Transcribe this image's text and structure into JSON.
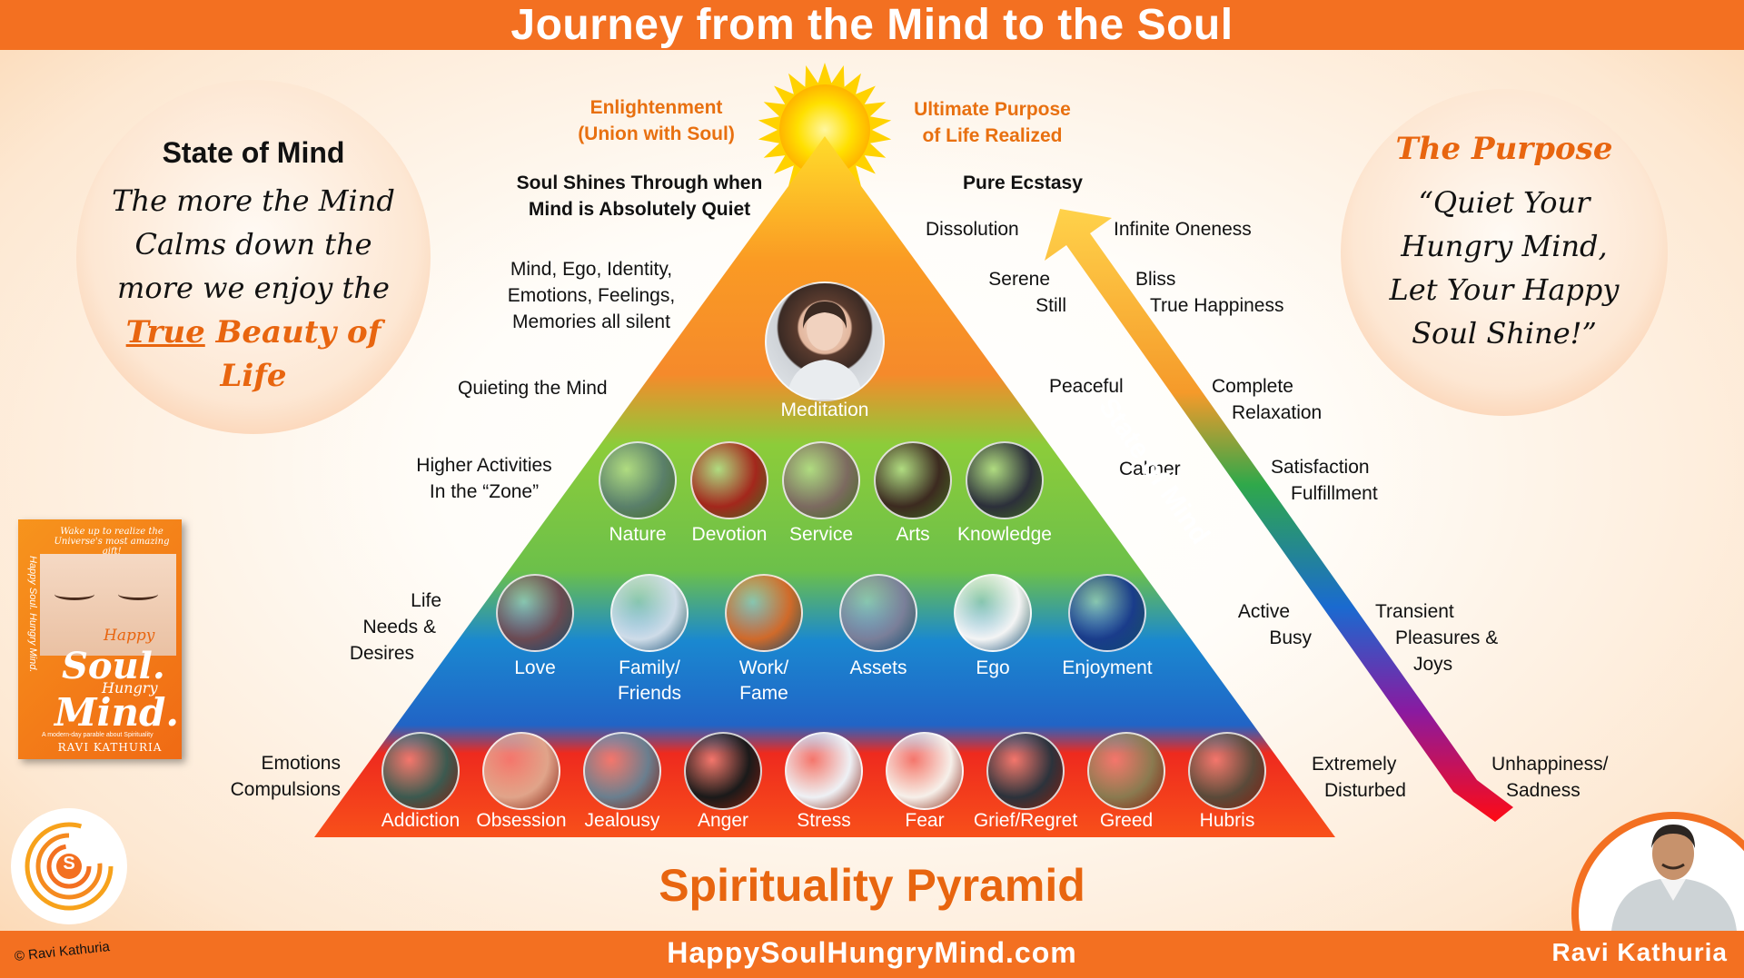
{
  "header": {
    "title": "Journey from the Mind to the Soul"
  },
  "left_bubble": {
    "title": "State of Mind",
    "lines": [
      "The more the Mind",
      "Calms down the",
      "more we enjoy the"
    ],
    "highlight_a": "True",
    "highlight_b": "Beauty of",
    "highlight_c": "Life"
  },
  "right_bubble": {
    "title": "The Purpose",
    "lines": [
      "“Quiet Your",
      "Hungry Mind,",
      "Let Your Happy",
      "Soul Shine!”"
    ]
  },
  "top_labels": {
    "enlightenment": [
      "Enlightenment",
      "(Union with Soul)"
    ],
    "ultimate": [
      "Ultimate Purpose",
      "of Life Realized"
    ],
    "soul_shines": [
      "Soul Shines Through when",
      "Mind is Absolutely Quiet"
    ],
    "pure_ecstasy": "Pure Ecstasy"
  },
  "left_labels": {
    "silent": [
      "Mind, Ego, Identity,",
      "Emotions, Feelings,",
      "Memories all silent"
    ],
    "quieting": "Quieting the Mind",
    "higher": [
      "Higher Activities",
      "In the “Zone”"
    ],
    "needs": [
      "Life",
      "Needs &",
      "Desires"
    ],
    "emotions": [
      "Emotions",
      "Compulsions"
    ]
  },
  "right_labels": {
    "dissolution": "Dissolution",
    "infinite": "Infinite Oneness",
    "serene": [
      "Serene",
      "Still"
    ],
    "bliss": [
      "Bliss",
      "True Happiness"
    ],
    "peaceful": "Peaceful",
    "complete": [
      "Complete",
      "Relaxation"
    ],
    "calmer": "Calmer",
    "satisfaction": [
      "Satisfaction",
      "Fulfillment"
    ],
    "active": [
      "Active",
      "Busy"
    ],
    "transient": [
      "Transient",
      "Pleasures &",
      "Joys"
    ],
    "extremely": [
      "Extremely",
      "Disturbed"
    ],
    "unhappiness": [
      "Unhappiness/",
      "Sadness"
    ]
  },
  "arrow_label": "State of Mind",
  "meditation": {
    "label": "Meditation"
  },
  "tiers": {
    "zone": [
      {
        "label": [
          "Nature"
        ],
        "color": "#5a7f6a"
      },
      {
        "label": [
          "Devotion"
        ],
        "color": "#a3271c"
      },
      {
        "label": [
          "Service"
        ],
        "color": "#7c6a60"
      },
      {
        "label": [
          "Arts"
        ],
        "color": "#3c2a20"
      },
      {
        "label": [
          "Knowledge"
        ],
        "color": "#2c2f3a"
      }
    ],
    "needs": [
      {
        "label": [
          "Love"
        ],
        "color": "#6b4a52"
      },
      {
        "label": [
          "Family/",
          "Friends"
        ],
        "color": "#cfdce8"
      },
      {
        "label": [
          "Work/",
          "Fame"
        ],
        "color": "#d06a2a"
      },
      {
        "label": [
          "Assets"
        ],
        "color": "#7a7f99"
      },
      {
        "label": [
          "Ego"
        ],
        "color": "#f4f4f4"
      },
      {
        "label": [
          "Enjoyment"
        ],
        "color": "#1a3c8a"
      }
    ],
    "emotions": [
      {
        "label": [
          "Addiction"
        ],
        "color": "#3c5a50"
      },
      {
        "label": [
          "Obsession"
        ],
        "color": "#e0a48a"
      },
      {
        "label": [
          "Jealousy"
        ],
        "color": "#6a7f8f"
      },
      {
        "label": [
          "Anger"
        ],
        "color": "#1a1a1a"
      },
      {
        "label": [
          "Stress"
        ],
        "color": "#eef1f5"
      },
      {
        "label": [
          "Fear"
        ],
        "color": "#f6f0ea"
      },
      {
        "label": [
          "Grief/Regret"
        ],
        "color": "#2c333c"
      },
      {
        "label": [
          "Greed"
        ],
        "color": "#8a7a50"
      },
      {
        "label": [
          "Hubris"
        ],
        "color": "#5a4a3a"
      }
    ]
  },
  "subtitle": "Spirituality Pyramid",
  "book": {
    "tagline": [
      "Wake up to realize the",
      "Universe's most amazing gift!"
    ],
    "title_a": "Happy",
    "title_b": "Soul.",
    "title_c": "Hungry",
    "title_d": "Mind.",
    "sub": "A modern-day parable about Spirituality",
    "spine": "Happy Soul. Hungry Mind.",
    "author": "RAVI KATHURIA"
  },
  "logo": {
    "letter": "S"
  },
  "footer": {
    "url": "HappySoulHungryMind.com",
    "copyright": "© Ravi Kathuria",
    "author": "Ravi Kathuria"
  },
  "colors": {
    "orange": "#f37021",
    "accent_text": "#e8650f",
    "gold": "#ffd000"
  }
}
